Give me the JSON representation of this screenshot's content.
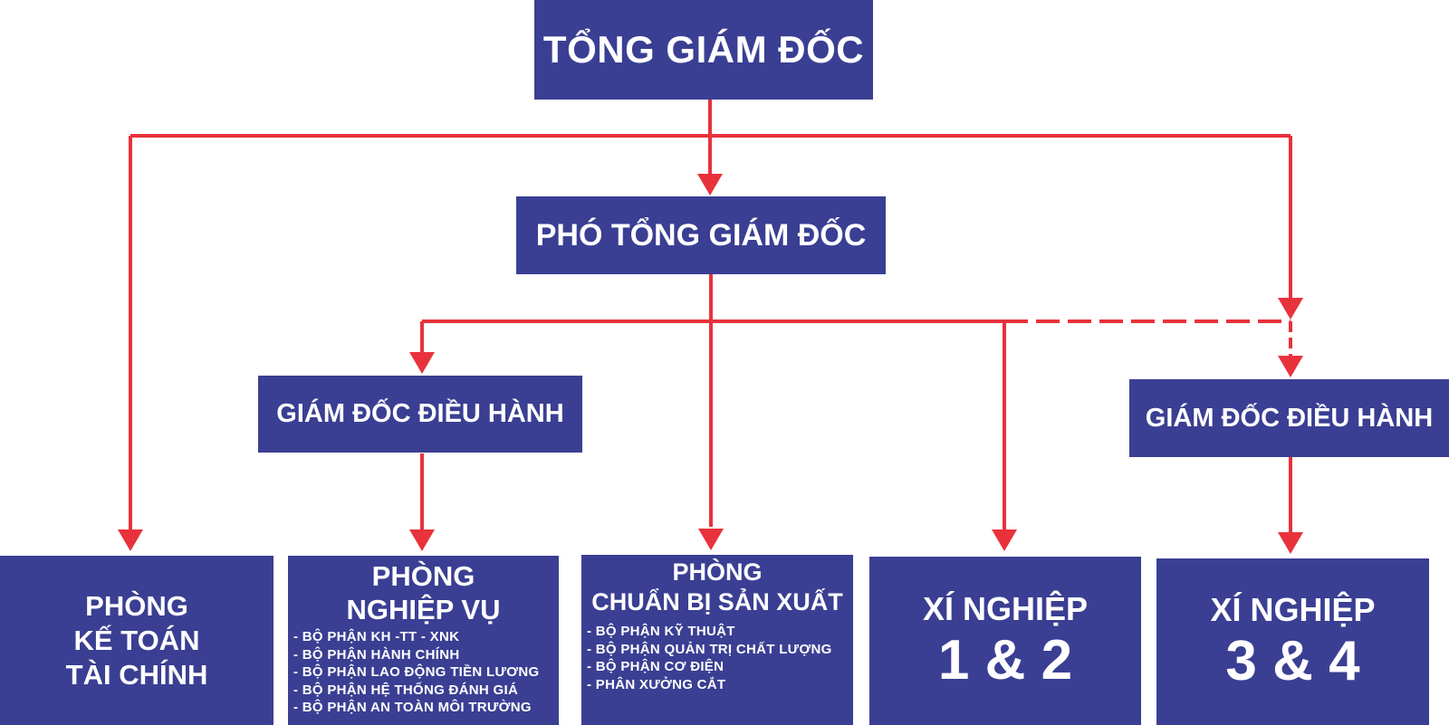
{
  "colors": {
    "box_fill": "#3a3f93",
    "box_text": "#ffffff",
    "connector": "#e8323c"
  },
  "ceo": {
    "title": "TỔNG GIÁM ĐỐC"
  },
  "deputy_ceo": {
    "title": "PHÓ TỔNG GIÁM ĐỐC"
  },
  "exec_director_left": {
    "title": "GIÁM ĐỐC ĐIỀU HÀNH"
  },
  "exec_director_right": {
    "title": "GIÁM ĐỐC ĐIỀU HÀNH"
  },
  "departments": {
    "finance": {
      "line1": "PHÒNG",
      "line2": "KẾ TOÁN",
      "line3": "TÀI CHÍNH"
    },
    "operations": {
      "line1": "PHÒNG",
      "line2": "NGHIỆP VỤ",
      "items": [
        "BỘ PHẬN KH -TT - XNK",
        "BỘ PHẬN HÀNH CHÍNH",
        "BỘ PHẬN LAO ĐỘNG TIỀN LƯƠNG",
        "BỘ PHẬN HỆ THỐNG ĐÁNH GIÁ",
        "BỘ PHẬN AN TOÀN MÔI TRƯỜNG"
      ]
    },
    "production_prep": {
      "line1": "PHÒNG",
      "line2": "CHUẨN BỊ SẢN XUẤT",
      "items": [
        "BỘ PHẬN KỸ THUẬT",
        "BỘ PHẬN QUẢN TRỊ CHẤT LƯỢNG",
        "BỘ PHẬN CƠ ĐIỆN",
        "PHÂN XƯỞNG CẮT"
      ]
    },
    "enterprise_12": {
      "line1": "XÍ NGHIỆP",
      "line2": "1 & 2"
    },
    "enterprise_34": {
      "line1": "XÍ NGHIỆP",
      "line2": "3 & 4"
    }
  }
}
